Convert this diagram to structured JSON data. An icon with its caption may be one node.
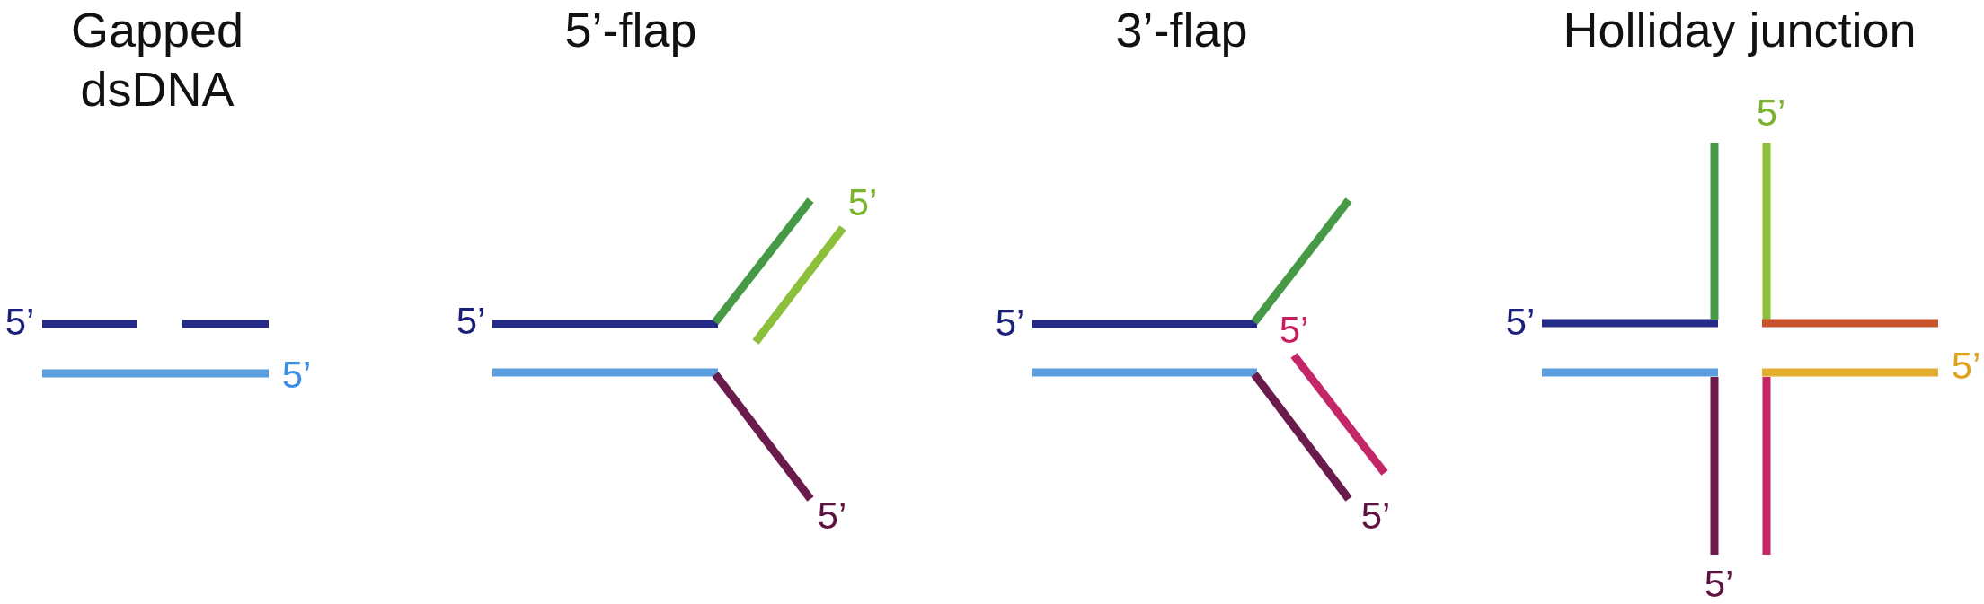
{
  "diagram": {
    "labels": [
      "Gapped dsDNA",
      "5’",
      "5’",
      "5’-flap",
      "5’",
      "5’",
      "5’",
      "3’-flap",
      "5’",
      "5’",
      "5’",
      "Holliday junction",
      "5’",
      "5’",
      "5’",
      "5’"
    ]
  }
}
